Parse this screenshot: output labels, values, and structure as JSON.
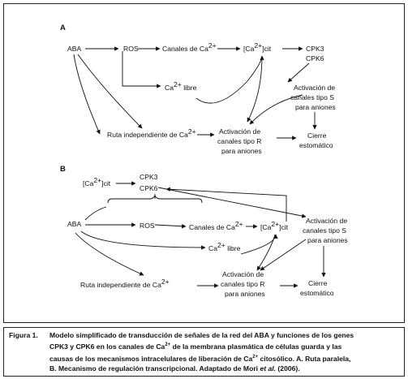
{
  "panel_a": {
    "letter": "A",
    "aba": "ABA",
    "ros": "ROS",
    "canales_ca": "Canales de Ca",
    "ca_cit_pre": "[Ca",
    "ca_cit_post": "]cit",
    "cpk3": "CPK3",
    "cpk6": "CPK6",
    "ca_libre": "Ca",
    "ca_libre_post": " libre",
    "act_s_1": "Activación de",
    "act_s_2": "canales tipo S",
    "act_s_3": "para aniones",
    "ruta": "Ruta independiente de Ca",
    "act_r_1": "Activación de",
    "act_r_2": "canales tipo R",
    "act_r_3": "para aniones",
    "cierre_1": "Cierre",
    "cierre_2": "estomático"
  },
  "panel_b": {
    "letter": "B",
    "ca_cit_pre": "[Ca",
    "ca_cit_post": "]cit",
    "cpk3": "CPK3",
    "cpk6": "CPK6",
    "aba": "ABA",
    "ros": "ROS",
    "canales_ca": "Canales de Ca",
    "ca_cit2_pre": "[Ca",
    "ca_cit2_post": "]cit",
    "act_s_1": "Activación de",
    "act_s_2": "canales tipo S",
    "act_s_3": "para aniones",
    "ca_libre": "Ca",
    "ca_libre_post": " libre",
    "ruta": "Ruta independiente de Ca",
    "act_r_1": "Activación de",
    "act_r_2": "canales tipo R",
    "act_r_3": "para aniones",
    "cierre_1": "Cierre",
    "cierre_2": "estomático"
  },
  "superscript": "2+",
  "caption": {
    "label": "Figura 1.",
    "line1": "Modelo simplificado de transducción de señales de la red del ABA y funciones de los genes",
    "line2_pre": "CPK3 y CPK6 en los canales de Ca",
    "line2_post": " de la membrana plasmática de células guarda y las",
    "line3_pre": "causas de los mecanismos intracelulares de liberación de Ca",
    "line3_post": " citosólico. A. Ruta paralela,",
    "line4_pre": "B. Mecanismo de regulación transcripcional. Adaptado de Mori ",
    "line4_em": "et al.",
    "line4_post": " (2006)."
  }
}
